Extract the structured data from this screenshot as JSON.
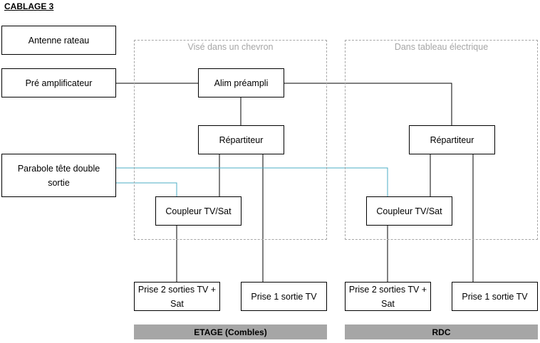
{
  "title": "CABLAGE 3",
  "zones": {
    "chevron": "Visé dans un chevron",
    "tableau": "Dans tableau électrique"
  },
  "boxes": {
    "antenne": "Antenne rateau",
    "preampli": "Pré amplificateur",
    "parabole_line1": "Parabole tête double",
    "parabole_line2": "sortie",
    "alim": "Alim préampli",
    "repartiteur_etage": "Répartiteur",
    "coupleur_etage": "Coupleur TV/Sat",
    "prise2_etage_line1": "Prise 2 sorties TV +",
    "prise2_etage_line2": "Sat",
    "prise1_etage": "Prise 1 sortie TV",
    "repartiteur_rdc": "Répartiteur",
    "coupleur_rdc": "Coupleur TV/Sat",
    "prise2_rdc_line1": "Prise 2 sorties TV +",
    "prise2_rdc_line2": "Sat",
    "prise1_rdc": "Prise 1 sortie TV"
  },
  "footer": {
    "etage": "ETAGE (Combles)",
    "rdc": "RDC"
  },
  "colors": {
    "tv_cable": "#000000",
    "sat_cable": "#4bacc6",
    "zone_border": "#a6a6a6",
    "footer_bg": "#a6a6a6"
  }
}
